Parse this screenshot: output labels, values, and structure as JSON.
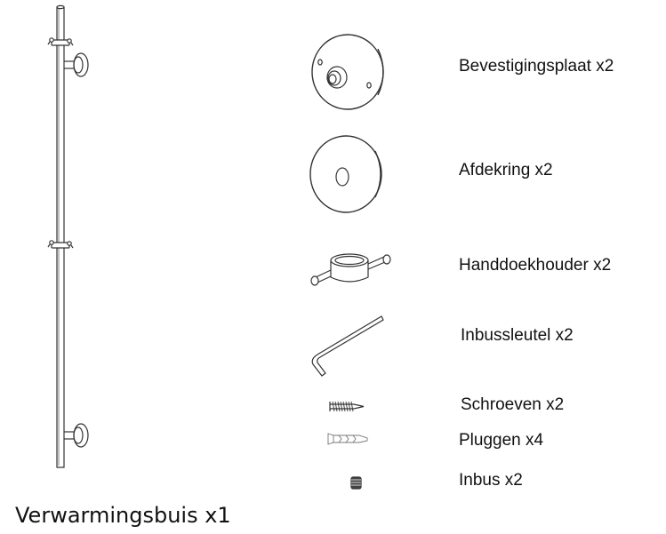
{
  "parts": {
    "mounting_plate": "Bevestigingsplaat x2",
    "cover_ring": "Afdekring x2",
    "towel_holder": "Handdoekhouder x2",
    "allen_key": "Inbussleutel x2",
    "screws": "Schroeven  x2",
    "plugs": "Pluggen x4",
    "allen_screw": "Inbus x2"
  },
  "main_part": {
    "label": "Verwarmingsbuis x1"
  }
}
